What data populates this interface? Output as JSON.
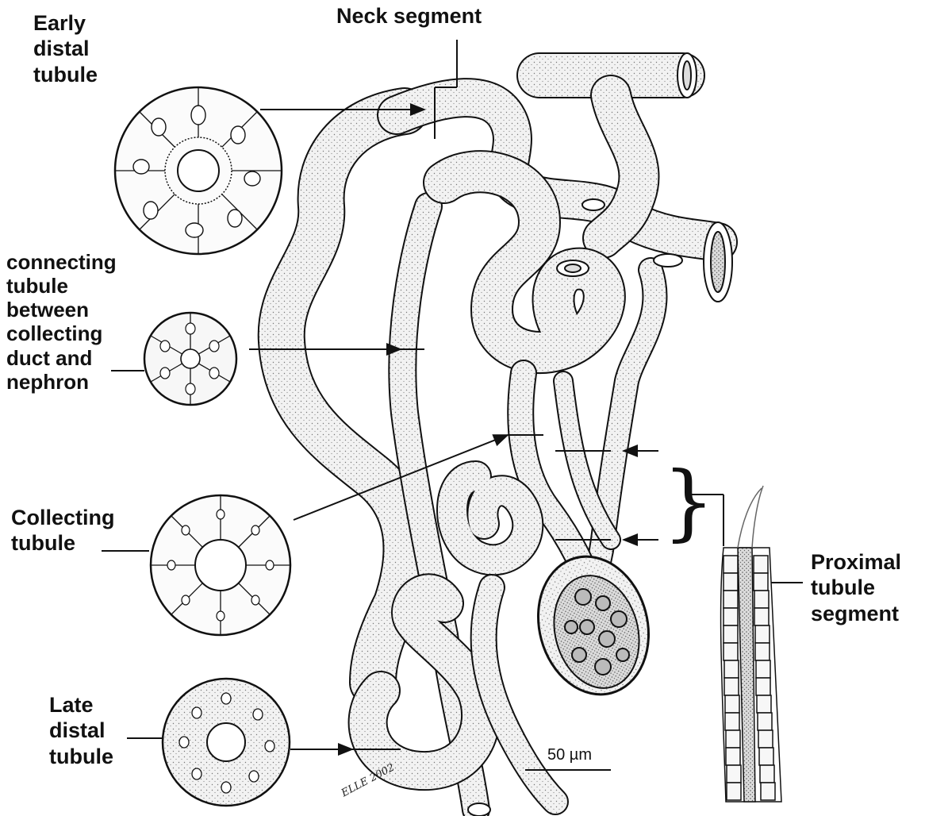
{
  "labels": {
    "early_distal": "Early\ndistal\ntubule",
    "neck": "Neck segment",
    "connecting": "connecting\ntubule\nbetween\ncollecting\nduct and\nnephron",
    "collecting": "Collecting\ntubule",
    "late_distal": "Late\ndistal\ntubule",
    "proximal": "Proximal\ntubule\nsegment"
  },
  "scale_bar": {
    "label": "50 µm"
  },
  "signature": "ELLE 2002",
  "colors": {
    "ink": "#111111",
    "tube_fill": "#ededed",
    "stipple": "#7a7a7a",
    "cell_fill": "#f4f4f4"
  }
}
